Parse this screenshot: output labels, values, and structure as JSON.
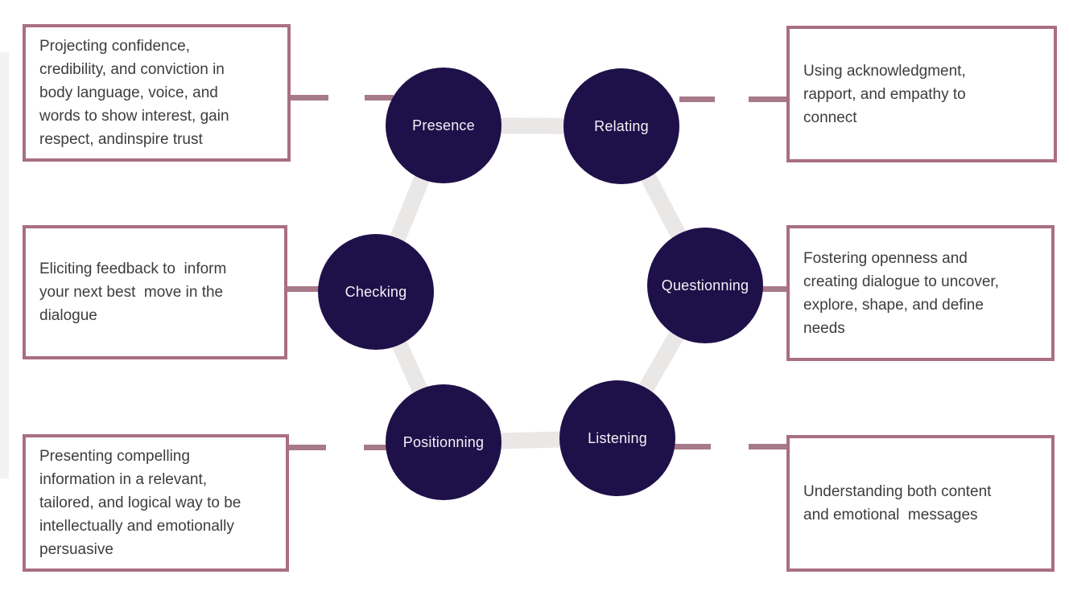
{
  "diagram": {
    "nodes": [
      {
        "id": "presence",
        "label": "Presence"
      },
      {
        "id": "relating",
        "label": "Relating"
      },
      {
        "id": "checking",
        "label": "Checking"
      },
      {
        "id": "questionning",
        "label": "Questionning"
      },
      {
        "id": "positionning",
        "label": "Positionning"
      },
      {
        "id": "listening",
        "label": "Listening"
      }
    ],
    "descriptions": [
      {
        "for": "presence",
        "side": "top-left",
        "text": "Projecting confidence,\ncredibility, and conviction in\nbody language, voice, and\nwords to show interest, gain\nrespect, andinspire trust"
      },
      {
        "for": "relating",
        "side": "top-right",
        "text": "Using acknowledgment,\nrapport, and empathy to\nconnect"
      },
      {
        "for": "checking",
        "side": "middle-left",
        "text": "Eliciting feedback to  inform\nyour next best  move in the\ndialogue"
      },
      {
        "for": "questionning",
        "side": "middle-right",
        "text": "Fostering openness and\ncreating dialogue to uncover,\nexplore, shape, and define\nneeds"
      },
      {
        "for": "positionning",
        "side": "bottom-left",
        "text": "Presenting compelling\ninformation in a relevant,\ntailored, and logical way to be\nintellectually and emotionally\npersuasive"
      },
      {
        "for": "listening",
        "side": "bottom-right",
        "text": "Understanding both content\nand emotional  messages"
      }
    ],
    "colors": {
      "node_fill": "#1e1149",
      "node_text": "#f4f1f8",
      "box_border": "#a96f80",
      "connector": "#a77a89",
      "hexagon_link": "#eae7e7",
      "body_text": "#3d3d3d",
      "background": "#ffffff"
    }
  }
}
